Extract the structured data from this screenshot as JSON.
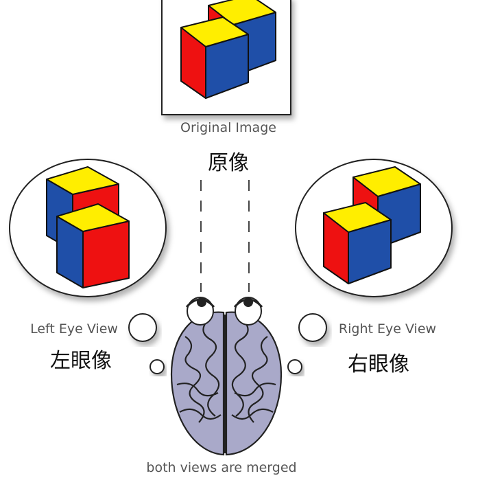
{
  "labels": {
    "original": "Original Image",
    "original_cn": "原像",
    "left": "Left Eye View",
    "left_cn": "左眼像",
    "right": "Right Eye View",
    "right_cn": "右眼像",
    "merged": "both views are merged"
  },
  "colors": {
    "red": "#ee1111",
    "blue": "#1f4fa8",
    "yellow": "#ffee00",
    "brain": "#a9a9c9"
  }
}
